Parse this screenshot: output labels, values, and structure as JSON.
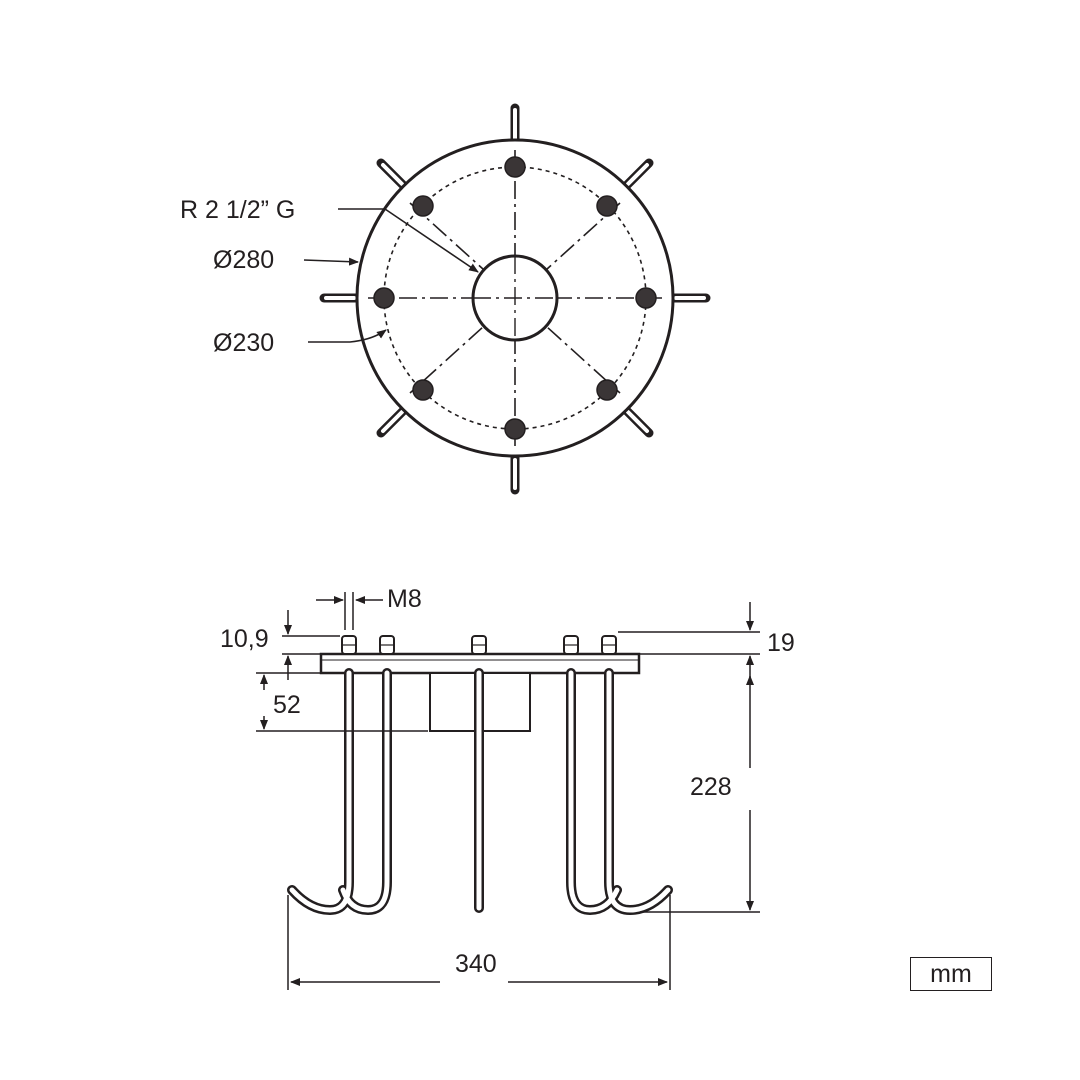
{
  "labels": {
    "thread": "R 2 1/2” G",
    "outer_diameter": "Ø280",
    "bolt_circle_diameter": "Ø230",
    "bolt_size": "M8",
    "nut_height": "10,9",
    "plate_thickness": "19",
    "sleeve_length": "52",
    "anchor_length": "228",
    "overall_width": "340"
  },
  "unit": "mm",
  "bolt_count": 8
}
